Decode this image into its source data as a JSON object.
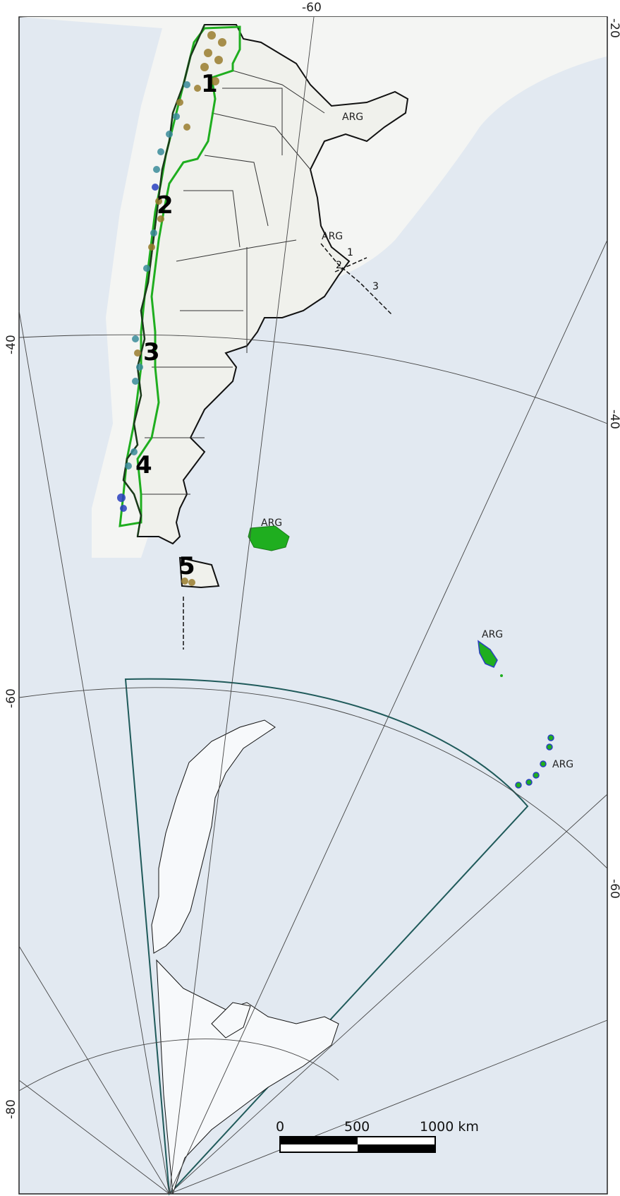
{
  "axes": {
    "top_lon": "-60",
    "right_top": "-20",
    "right_mid": "-40",
    "right_low": "-60",
    "left_40": "-40",
    "left_60": "-60",
    "left_80": "-80"
  },
  "regions": [
    "1",
    "2",
    "3",
    "4",
    "5"
  ],
  "labels": {
    "arg_north": "ARG",
    "arg_plata": "ARG",
    "arg_malvinas": "ARG",
    "arg_georgias": "ARG",
    "arg_sandwich": "ARG"
  },
  "boundary_nums": [
    "1",
    "2",
    "3"
  ],
  "scale": {
    "zero": "0",
    "mid": "500",
    "end": "1000 km"
  },
  "colors": {
    "ocean": "#e2e9f1",
    "land": "#f1f2ee",
    "ice": "#f7f9fb",
    "green": "#1fae1f",
    "teal": "#1f5a5a"
  }
}
